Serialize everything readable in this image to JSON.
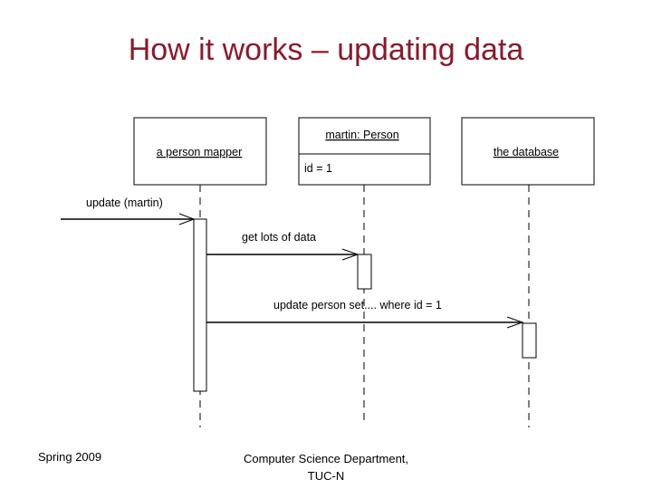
{
  "title": "How it works – updating data",
  "participants": [
    {
      "name": "a person mapper"
    },
    {
      "name": "martin: Person",
      "attribute": "id = 1"
    },
    {
      "name": "the database"
    }
  ],
  "messages": [
    {
      "label": "update (martin)"
    },
    {
      "label": "get lots of data"
    },
    {
      "label": "update person set.... where id = 1"
    }
  ],
  "footer": {
    "left": "Spring 2009",
    "center_line1": "Computer Science Department,",
    "center_line2": "TUC-N"
  }
}
